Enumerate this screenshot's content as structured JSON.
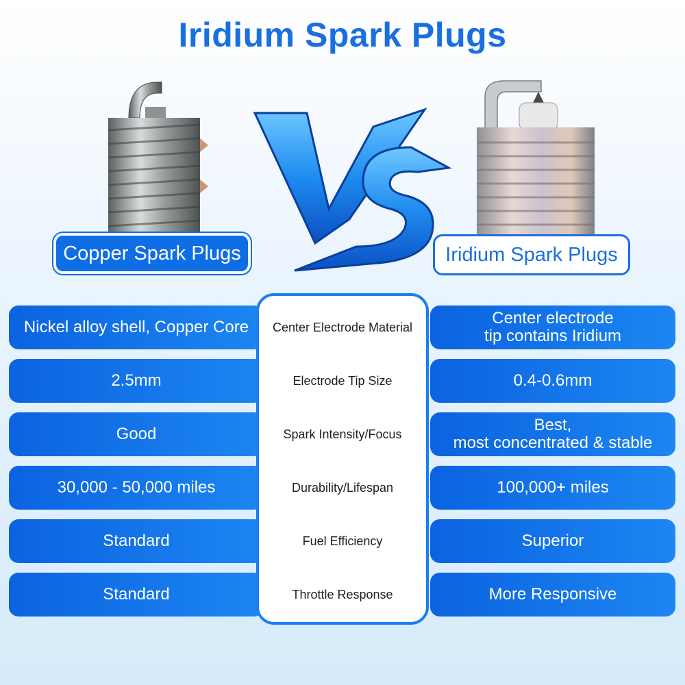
{
  "title": "Iridium Spark Plugs",
  "left_label": "Copper Spark Plugs",
  "right_label": "Iridium Spark Plugs",
  "vs_text": "VS",
  "rows": [
    {
      "feature": "Center Electrode Material",
      "copper": "Nickel alloy shell, Copper Core",
      "iridium": "Center electrode\ntip contains Iridium"
    },
    {
      "feature": "Electrode Tip Size",
      "copper": "2.5mm",
      "iridium": "0.4-0.6mm"
    },
    {
      "feature": "Spark Intensity/Focus",
      "copper": "Good",
      "iridium": "Best,\nmost concentrated & stable"
    },
    {
      "feature": "Durability/Lifespan",
      "copper": "30,000 - 50,000 miles",
      "iridium": "100,000+ miles"
    },
    {
      "feature": "Fuel Efficiency",
      "copper": "Standard",
      "iridium": "Superior"
    },
    {
      "feature": "Throttle Response",
      "copper": "Standard",
      "iridium": "More Responsive"
    }
  ],
  "colors": {
    "accent": "#1a6fe0",
    "pill": "#0f6de6",
    "panel_border": "#1a7ff0"
  }
}
